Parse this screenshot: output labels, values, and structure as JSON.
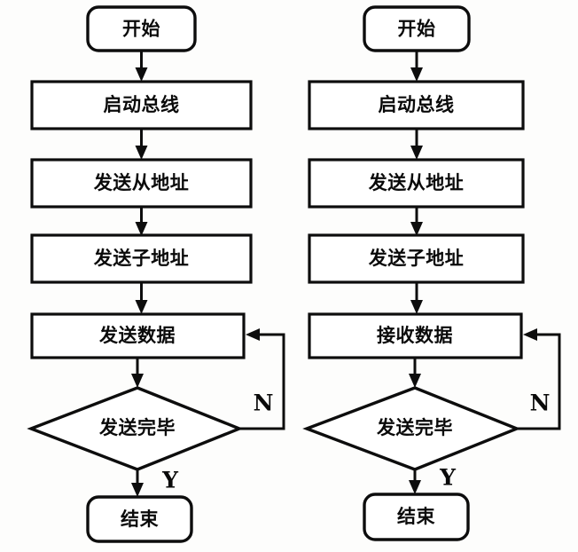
{
  "diagram": {
    "type": "flowchart",
    "description": "Two parallel I2C bus flowcharts: master transmit and master receive",
    "background_color": "#fdfdfc",
    "line_color": "#0d0d0d",
    "text_color": "#0a0a0a",
    "charts": [
      {
        "id": "left-chart",
        "name": "send-data-flowchart",
        "nodes": [
          {
            "id": "l-start",
            "shape": "terminal",
            "label": "开始"
          },
          {
            "id": "l-step1",
            "shape": "process",
            "label": "启动总线"
          },
          {
            "id": "l-step2",
            "shape": "process",
            "label": "发送从地址"
          },
          {
            "id": "l-step3",
            "shape": "process",
            "label": "发送子地址"
          },
          {
            "id": "l-step4",
            "shape": "process",
            "label": "发送数据"
          },
          {
            "id": "l-decide",
            "shape": "decision",
            "label": "发送完毕"
          },
          {
            "id": "l-end",
            "shape": "terminal",
            "label": "结束"
          }
        ],
        "edges": [
          {
            "from": "l-start",
            "to": "l-step1",
            "label": ""
          },
          {
            "from": "l-step1",
            "to": "l-step2",
            "label": ""
          },
          {
            "from": "l-step2",
            "to": "l-step3",
            "label": ""
          },
          {
            "from": "l-step3",
            "to": "l-step4",
            "label": ""
          },
          {
            "from": "l-step4",
            "to": "l-decide",
            "label": ""
          },
          {
            "from": "l-decide",
            "to": "l-step4",
            "label": "N"
          },
          {
            "from": "l-decide",
            "to": "l-end",
            "label": "Y"
          }
        ],
        "branch_no_label": "N",
        "branch_yes_label": "Y"
      },
      {
        "id": "right-chart",
        "name": "receive-data-flowchart",
        "nodes": [
          {
            "id": "r-start",
            "shape": "terminal",
            "label": "开始"
          },
          {
            "id": "r-step1",
            "shape": "process",
            "label": "启动总线"
          },
          {
            "id": "r-step2",
            "shape": "process",
            "label": "发送从地址"
          },
          {
            "id": "r-step3",
            "shape": "process",
            "label": "发送子地址"
          },
          {
            "id": "r-step4",
            "shape": "process",
            "label": "接收数据"
          },
          {
            "id": "r-decide",
            "shape": "decision",
            "label": "发送完毕"
          },
          {
            "id": "r-end",
            "shape": "terminal",
            "label": "结束"
          }
        ],
        "edges": [
          {
            "from": "r-start",
            "to": "r-step1",
            "label": ""
          },
          {
            "from": "r-step1",
            "to": "r-step2",
            "label": ""
          },
          {
            "from": "r-step2",
            "to": "r-step3",
            "label": ""
          },
          {
            "from": "r-step3",
            "to": "r-step4",
            "label": ""
          },
          {
            "from": "r-step4",
            "to": "r-decide",
            "label": ""
          },
          {
            "from": "r-decide",
            "to": "r-step4",
            "label": "N"
          },
          {
            "from": "r-decide",
            "to": "r-end",
            "label": "Y"
          }
        ],
        "branch_no_label": "N",
        "branch_yes_label": "Y"
      }
    ]
  }
}
